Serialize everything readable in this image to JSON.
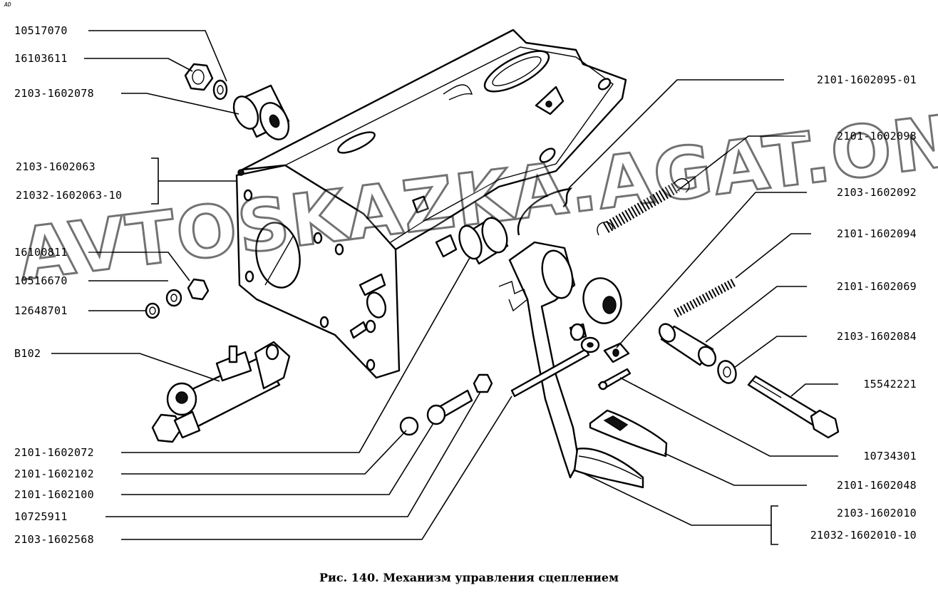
{
  "corner_mark": "AD",
  "watermark": "AVTOSKAZKA.AGAT.ONLINE",
  "caption": "Рис. 140. Механизм управления сцеплением",
  "labels_left": [
    {
      "id": "l1",
      "text": "10517070"
    },
    {
      "id": "l2",
      "text": "16103611"
    },
    {
      "id": "l3",
      "text": "2103-1602078"
    },
    {
      "id": "l4",
      "text": "2103-1602063"
    },
    {
      "id": "l5",
      "text": "21032-1602063-10"
    },
    {
      "id": "l6",
      "text": "16100811"
    },
    {
      "id": "l7",
      "text": "10516670"
    },
    {
      "id": "l8",
      "text": "12648701"
    },
    {
      "id": "l9",
      "text": "B102"
    },
    {
      "id": "l10",
      "text": "2101-1602072"
    },
    {
      "id": "l11",
      "text": "2101-1602102"
    },
    {
      "id": "l12",
      "text": "2101-1602100"
    },
    {
      "id": "l13",
      "text": "10725911"
    },
    {
      "id": "l14",
      "text": "2103-1602568"
    }
  ],
  "labels_right": [
    {
      "id": "r1",
      "text": "2101-1602095-01"
    },
    {
      "id": "r2",
      "text": "2101-1602098"
    },
    {
      "id": "r3",
      "text": "2103-1602092"
    },
    {
      "id": "r4",
      "text": "2101-1602094"
    },
    {
      "id": "r5",
      "text": "2101-1602069"
    },
    {
      "id": "r6",
      "text": "2103-1602084"
    },
    {
      "id": "r7",
      "text": "15542221"
    },
    {
      "id": "r8",
      "text": "10734301"
    },
    {
      "id": "r9",
      "text": "2101-1602048"
    },
    {
      "id": "r10",
      "text": "2103-1602010"
    },
    {
      "id": "r11",
      "text": "21032-1602010-10"
    }
  ]
}
